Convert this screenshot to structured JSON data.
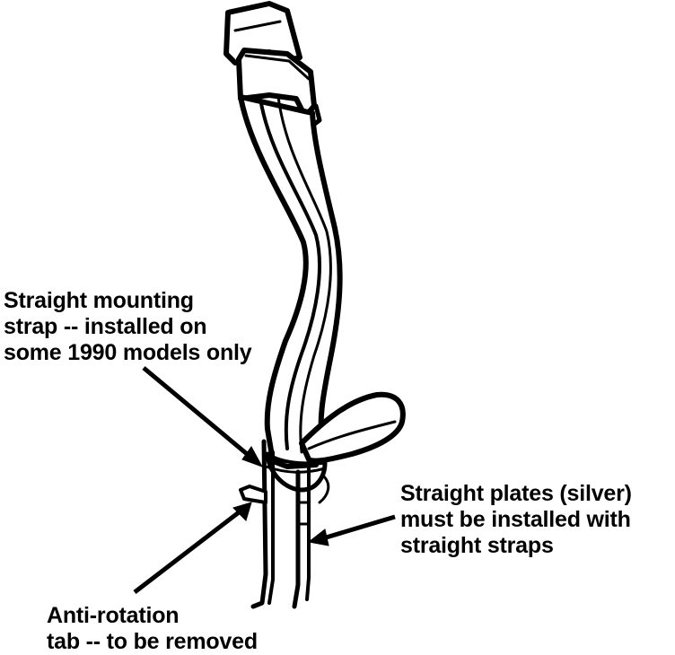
{
  "labels": {
    "strap": [
      "Straight mounting",
      "strap -- installed on",
      "some 1990 models only"
    ],
    "plates": [
      "Straight plates (silver)",
      "must be installed with",
      "straight straps"
    ],
    "tab": [
      "Anti-rotation",
      "tab -- to be removed"
    ]
  },
  "colors": {
    "ink": "#000000",
    "paper": "#ffffff"
  }
}
